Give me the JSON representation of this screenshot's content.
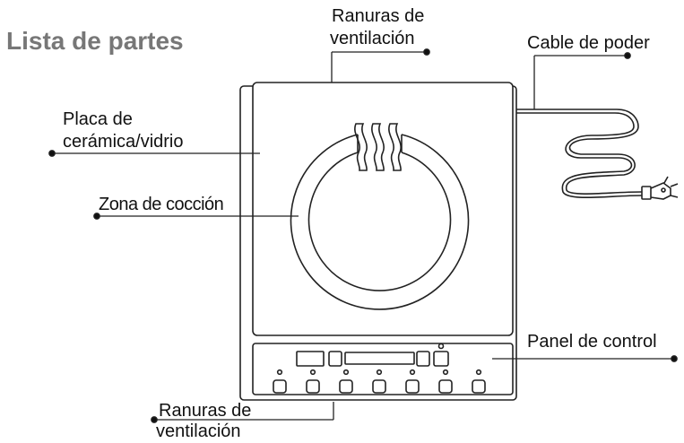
{
  "title": "Lista de partes",
  "labels": {
    "top_vent_1": "Ranuras de",
    "top_vent_2": "ventilación",
    "cable": "Cable de poder",
    "plate_1": "Placa de",
    "plate_2": "cerámica/vidrio",
    "zone": "Zona de cocción",
    "panel": "Panel de control",
    "bottom_vent_1": "Ranuras de",
    "bottom_vent_2": "ventilación"
  }
}
